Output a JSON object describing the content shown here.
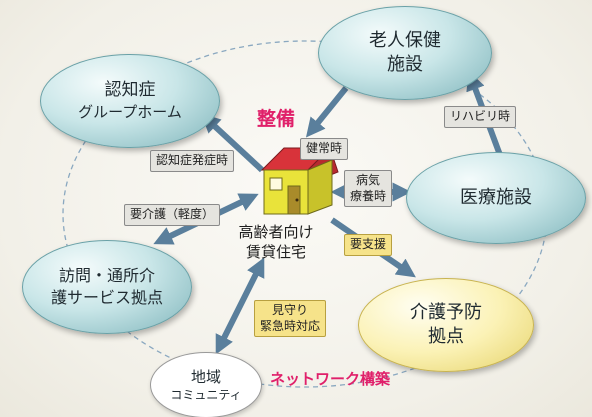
{
  "nodes": {
    "dementia_home": [
      "認知症",
      "グループホーム"
    ],
    "elderly_facility": [
      "老人保健",
      "施設"
    ],
    "medical": [
      "医療施設"
    ],
    "care_prevention": [
      "介護予防",
      "拠点"
    ],
    "visit_care": [
      "訪問・通所介",
      "護サービス拠点"
    ],
    "community": [
      "地域",
      "コミュニティ"
    ]
  },
  "center": {
    "title": [
      "高齢者向け",
      "賃貸住宅"
    ]
  },
  "emphasis": {
    "seibi": "整備",
    "network": "ネットワーク構築"
  },
  "tags": {
    "dementia_onset": "認知症発症時",
    "normal": "健常時",
    "rehab": "リハビリ時",
    "illness": [
      "病気",
      "療養時"
    ],
    "care_light": "要介護（軽度）",
    "support_needed": "要支援",
    "watch": [
      "見守り",
      "緊急時対応"
    ]
  },
  "colors": {
    "teal_node": "#c9e6e8",
    "yellow_node": "#fbf2b6",
    "arrow": "#5a7f9c",
    "emphasis_red": "#e0206a",
    "yellow_tag": "#f6e38a",
    "grey_tag": "#e5e4df"
  }
}
